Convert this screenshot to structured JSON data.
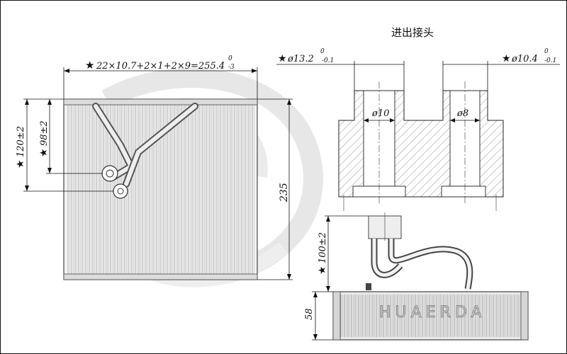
{
  "title": "进出接头",
  "star": "★",
  "dims": {
    "width": "22×10.7+2×1+2×9=255.4",
    "width_tol_upper": "0",
    "width_tol_lower": "-3",
    "height": "235",
    "h120": "120±2",
    "h98": "98±2",
    "h100": "100±2",
    "depth": "58",
    "d_outer_left": "ø13.2",
    "d_outer_left_tol_upper": "0",
    "d_outer_left_tol_lower": "-0.1",
    "d_outer_right": "ø10.4",
    "d_outer_right_tol_upper": "0",
    "d_outer_right_tol_lower": "-0.1",
    "d_inner_left": "ø10",
    "d_inner_right": "ø8"
  },
  "watermark": "HUAERDA",
  "colors": {
    "line": "#111111",
    "fin_fill": "#e6e6e6",
    "watermark": "#cfcfcf"
  }
}
